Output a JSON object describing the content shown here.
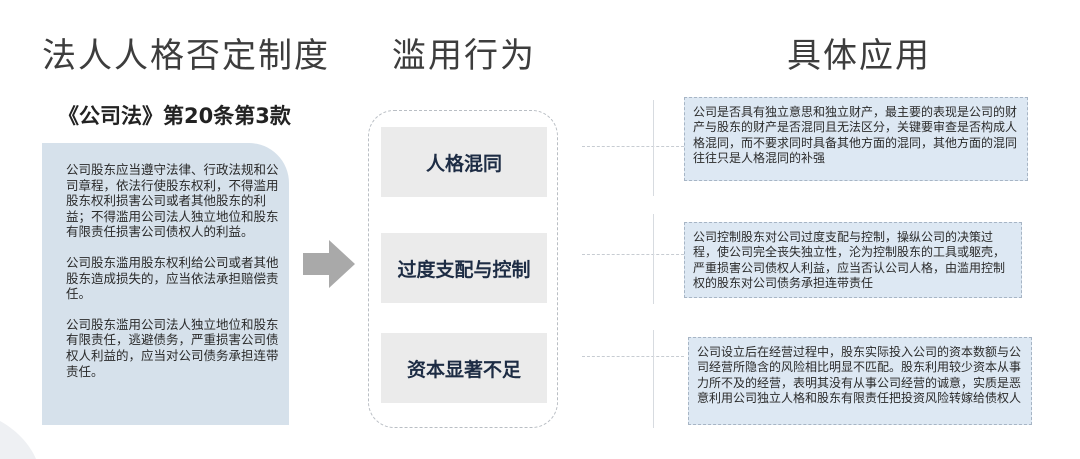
{
  "headers": {
    "law": "法人人格否定制度",
    "behavior": "滥用行为",
    "application": "具体应用"
  },
  "law": {
    "reference": "《公司法》第20条第3款",
    "paragraphs": [
      "公司股东应当遵守法律、行政法规和公司章程，依法行使股东权利，不得滥用股东权利损害公司或者其他股东的利益；不得滥用公司法人独立地位和股东有限责任损害公司债权人的利益。",
      "公司股东滥用股东权利给公司或者其他股东造成损失的，应当依法承担赔偿责任。",
      "公司股东滥用公司法人独立地位和股东有限责任，逃避债务，严重损害公司债权人利益的，应当对公司债务承担连带责任。"
    ]
  },
  "behaviors": [
    "人格混同",
    "过度支配与控制",
    "资本显著不足"
  ],
  "applications": [
    "公司是否具有独立意思和独立财产，最主要的表现是公司的财产与股东的财产是否混同且无法区分，关键要审查是否构成人格混同，而不要求同时具备其他方面的混同，其他方面的混同往往只是人格混同的补强",
    "公司控制股东对公司过度支配与控制，操纵公司的决策过程，使公司完全丧失独立性，沦为控制股东的工具或躯壳，严重损害公司债权人利益，应当否认公司人格，由滥用控制权的股东对公司债务承担连带责任",
    "公司设立后在经营过程中，股东实际投入公司的资本数额与公司经营所隐含的风险相比明显不匹配。股东利用较少资本从事力所不及的经营，表明其没有从事公司经营的诚意，实质是恶意利用公司独立人格和股东有限责任把投资风险转嫁给债权人"
  ],
  "colors": {
    "law_box": "#d6e1eb",
    "behavior_box": "#ebebeb",
    "application_box": "#dde8f3",
    "arrow": "#a9a9a9"
  }
}
